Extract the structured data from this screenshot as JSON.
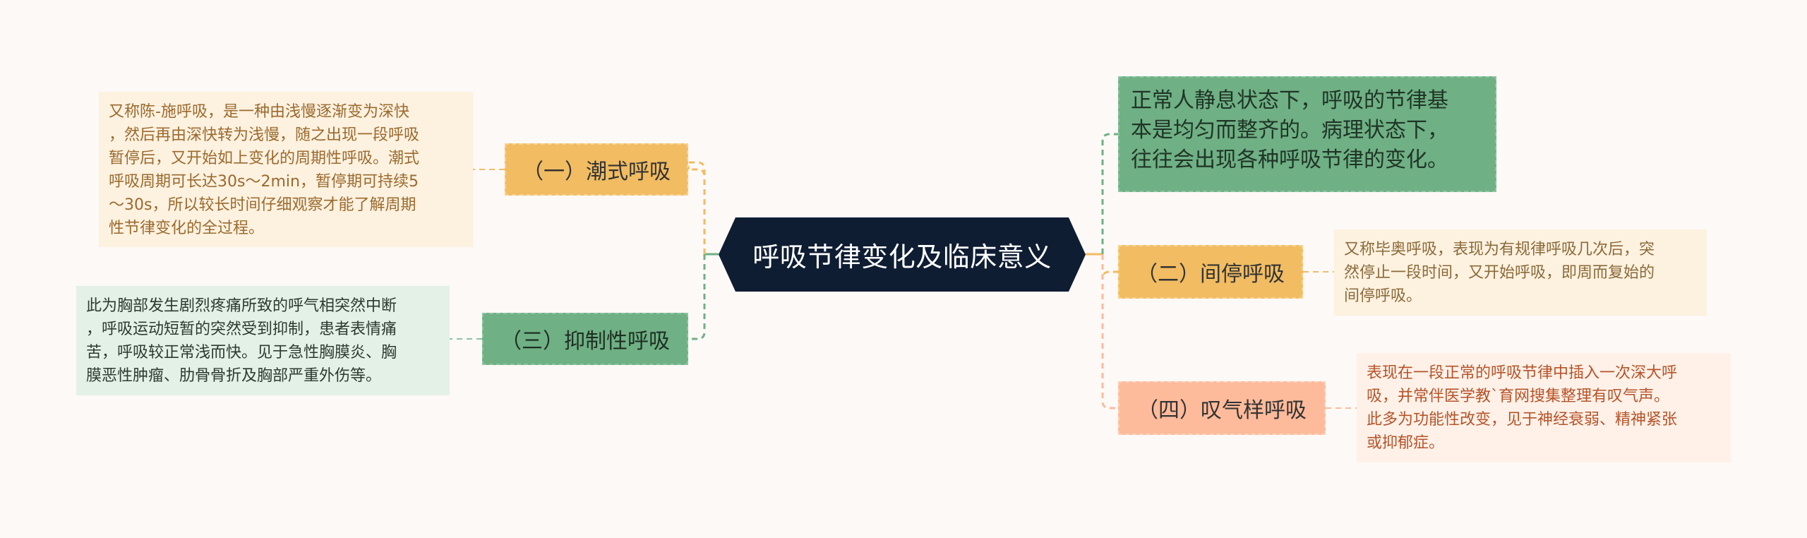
{
  "central": {
    "title": "呼吸节律变化及临床意义"
  },
  "intro": {
    "lines": [
      "正常人静息状态下，呼吸的节律基",
      "本是均匀而整齐的。病理状态下，",
      "往往会出现各种呼吸节律的变化。"
    ]
  },
  "branches": {
    "chaoshi": {
      "label": "（一）潮式呼吸",
      "detail": [
        "又称陈-施呼吸，是一种由浅慢逐渐变为深快",
        "，然后再由深快转为浅慢，随之出现一段呼吸",
        "暂停后，又开始如上变化的周期性呼吸。潮式",
        "呼吸周期可长达30s～2min，暂停期可持续5",
        "～30s，所以较长时间仔细观察才能了解周期",
        "性节律变化的全过程。"
      ]
    },
    "yizhi": {
      "label": "（三）抑制性呼吸",
      "detail": [
        "此为胸部发生剧烈疼痛所致的呼气相突然中断",
        "，呼吸运动短暂的突然受到抑制，患者表情痛",
        "苦，呼吸较正常浅而快。见于急性胸膜炎、胸",
        "膜恶性肿瘤、肋骨骨折及胸部严重外伤等。"
      ]
    },
    "jianting": {
      "label": "（二）间停呼吸",
      "detail": [
        "又称毕奥呼吸，表现为有规律呼吸几次后，突",
        "然停止一段时间，又开始呼吸，即周而复始的",
        "间停呼吸。"
      ]
    },
    "tanqi": {
      "label": "（四）叹气样呼吸",
      "detail": [
        "表现在一段正常的呼吸节律中插入一次深大呼",
        "吸，并常伴医学教`育网搜集整理有叹气声。",
        "此多为功能性改变，见于神经衰弱、精神紧张",
        "或抑郁症。"
      ]
    }
  },
  "colors": {
    "background": "#fcf9f7",
    "central": "#0f1d33",
    "orange": "#f1bc62",
    "green": "#6fb084",
    "salmon": "#fdbb9b"
  }
}
